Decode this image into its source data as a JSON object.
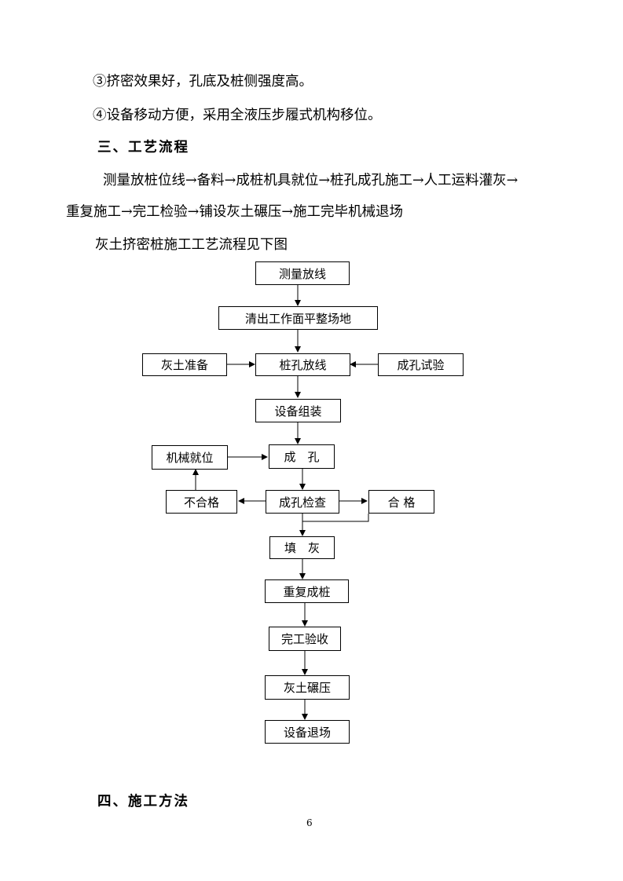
{
  "doc": {
    "items": [
      "③挤密效果好，孔底及桩侧强度高。",
      "④设备移动方便，采用全液压步履式机构移位。"
    ],
    "section3_title": "三、工艺流程",
    "process_line1": "测量放桩位线→备料→成桩机具就位→桩孔成孔施工→人工运料灌灰→",
    "process_line2": "重复施工→完工检验→铺设灰土碾压→施工完毕机械退场",
    "figure_caption": "灰土挤密桩施工工艺流程见下图",
    "section4_title": "四、施工方法",
    "page_number": "6"
  },
  "flowchart": {
    "nodes": {
      "survey": "测量放线",
      "clear": "清出工作面平整场地",
      "lime_soil_prep": "灰土准备",
      "pile_hole_layout": "桩孔放线",
      "hole_test": "成孔试验",
      "assembly": "设备组装",
      "machine_position": "机械就位",
      "form_hole": "成　孔",
      "unqualified": "不合格",
      "hole_inspection": "成孔检查",
      "qualified": "合 格",
      "fill_lime": "填　灰",
      "repeat_pile": "重复成桩",
      "acceptance": "完工验收",
      "compaction": "灰土碾压",
      "exit": "设备退场"
    }
  }
}
